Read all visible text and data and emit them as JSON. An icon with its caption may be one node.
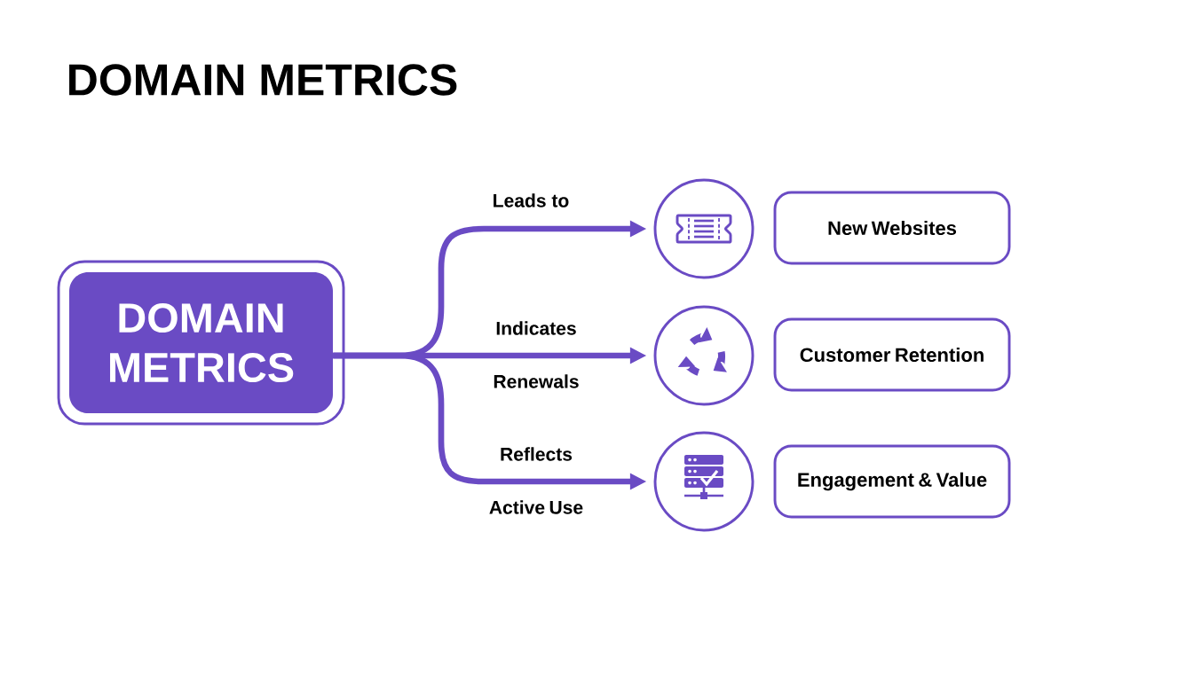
{
  "diagram": {
    "title": "DOMAIN METRICS",
    "nodes": [
      {
        "text": [
          "DOMAIN METRICS"
        ]
      },
      {
        "text": [],
        "shape": "circle"
      },
      {
        "text": [],
        "shape": "circle"
      },
      {
        "text": [],
        "shape": "circle"
      },
      {
        "text": [
          "New Websites"
        ]
      },
      {
        "text": [
          "Customer Retention"
        ]
      },
      {
        "text": [
          "Engagement & Value"
        ]
      }
    ],
    "edges": [
      {
        "from": 0,
        "to": 1,
        "arrow": "to",
        "label": "Leads to"
      },
      {
        "from": 0,
        "to": 2,
        "arrow": "to",
        "label": "Indicates Renewals"
      },
      {
        "from": 0,
        "to": 3,
        "arrow": "to",
        "label": "Reflects Active Use"
      }
    ]
  }
}
